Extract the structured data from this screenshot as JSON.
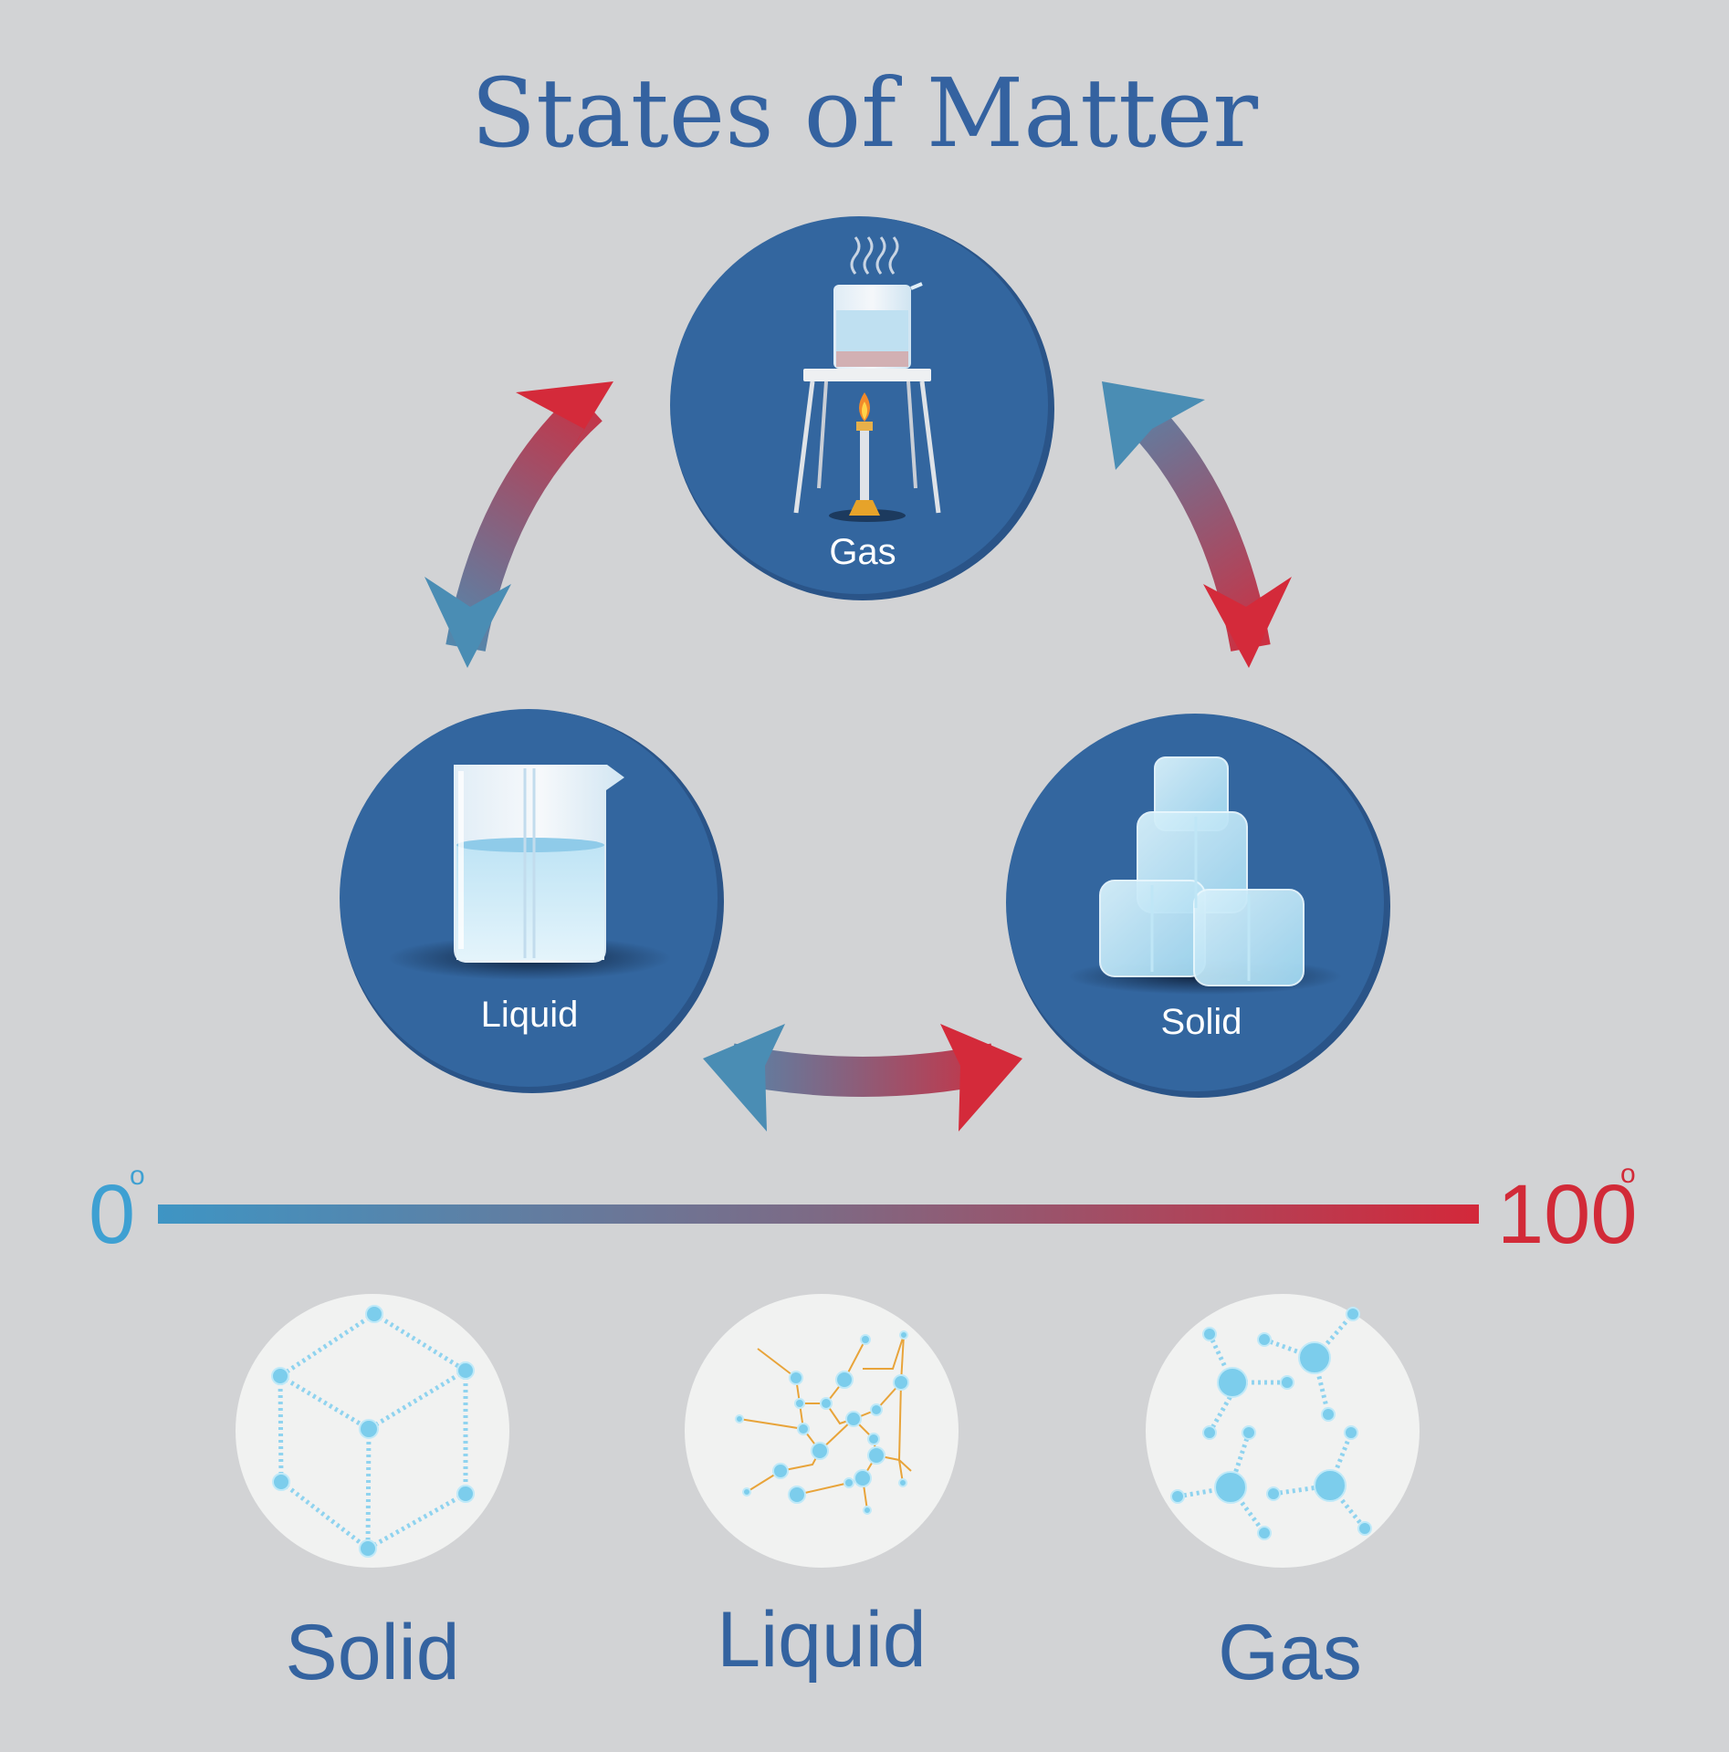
{
  "title": "States of Matter",
  "cycle": {
    "gas_label": "Gas",
    "liquid_label": "Liquid",
    "solid_label": "Solid"
  },
  "temperature_scale": {
    "low": "0",
    "high": "100",
    "degree_symbol": "o",
    "low_color": "#3ea0d2",
    "high_color": "#d22a38"
  },
  "particle_models": {
    "solid": "Solid",
    "liquid": "Liquid",
    "gas": "Gas"
  },
  "colors": {
    "background": "#d2d3d5",
    "circle_fill": "#33669f",
    "title": "#3462a0",
    "model_circle": "#f1f2f1",
    "particle": "#6cc7ec",
    "bond_liquid": "#e8a43a"
  }
}
